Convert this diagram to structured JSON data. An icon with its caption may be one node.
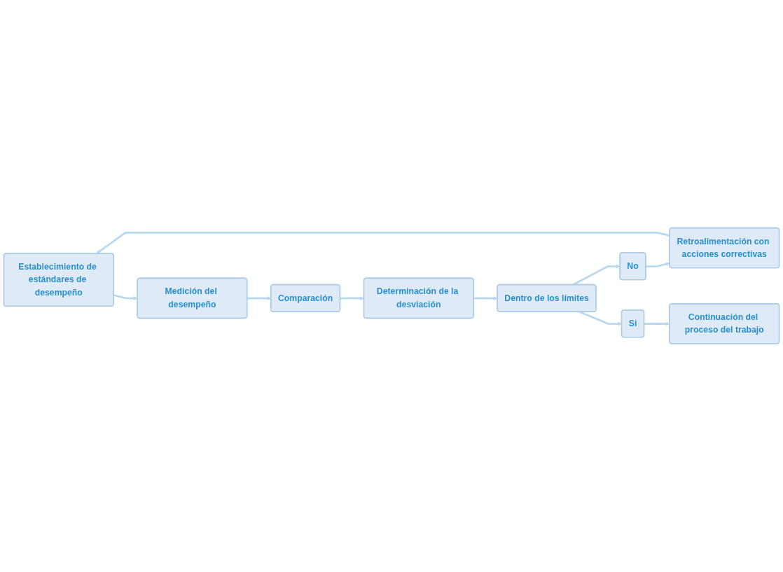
{
  "diagram": {
    "nodes": [
      {
        "text": [
          "Establecimiento de estándares de desempeño"
        ]
      },
      {
        "text": [
          "Medición del desempeño"
        ]
      },
      {
        "text": [
          "Comparación"
        ]
      },
      {
        "text": [
          "Determinación de la desviación"
        ]
      },
      {
        "text": [
          "Dentro de los límites"
        ]
      },
      {
        "text": [
          "No"
        ]
      },
      {
        "text": [
          "Sí"
        ]
      },
      {
        "text": [
          "Retroalimentación con acciones correctivas"
        ]
      },
      {
        "text": [
          "Continuación del proceso del trabajo"
        ]
      }
    ],
    "edges": [
      {
        "from": 0,
        "to": 1,
        "arrow": "to"
      },
      {
        "from": 1,
        "to": 2,
        "arrow": "to"
      },
      {
        "from": 2,
        "to": 3,
        "arrow": "to"
      },
      {
        "from": 3,
        "to": 4,
        "arrow": "to"
      },
      {
        "from": 4,
        "to": 5,
        "arrow": "to"
      },
      {
        "from": 4,
        "to": 6,
        "arrow": "to"
      },
      {
        "from": 5,
        "to": 7,
        "arrow": "to"
      },
      {
        "from": 7,
        "to": 0,
        "arrow": "to"
      },
      {
        "from": 6,
        "to": 8,
        "arrow": "to"
      }
    ]
  }
}
